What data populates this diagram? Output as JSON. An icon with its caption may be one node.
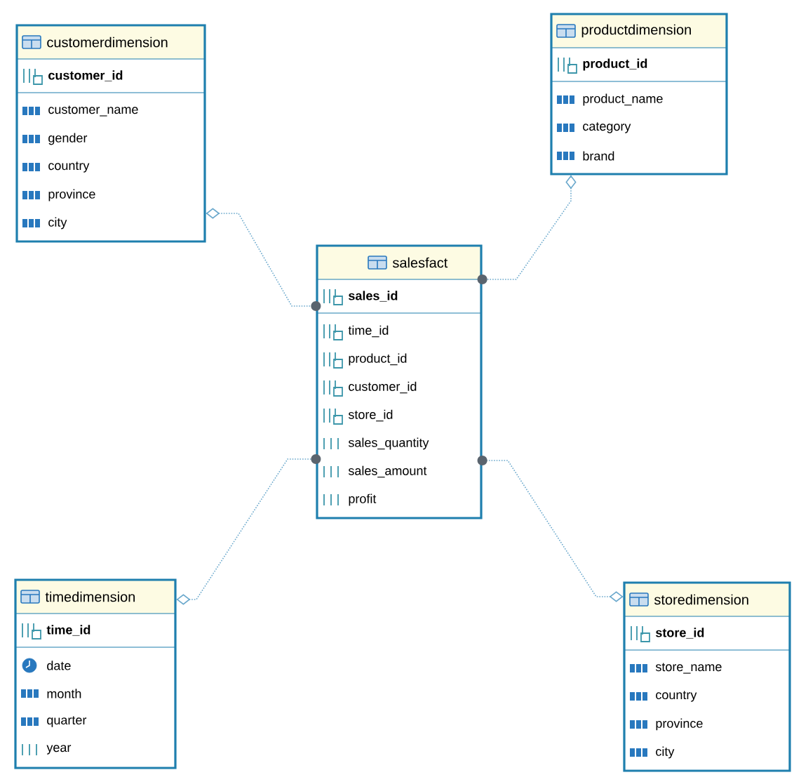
{
  "diagram": {
    "nodes": [
      {
        "text": [
          "customerdimension",
          "customer_id",
          "customer_name",
          "gender",
          "country",
          "province",
          "city"
        ]
      },
      {
        "text": [
          "productdimension",
          "product_id",
          "product_name",
          "category",
          "brand"
        ]
      },
      {
        "text": [
          "salesfact",
          "sales_id",
          "time_id",
          "product_id",
          "customer_id",
          "store_id",
          "sales_quantity",
          "sales_amount",
          "profit"
        ]
      },
      {
        "text": [
          "timedimension",
          "time_id",
          "date",
          "month",
          "quarter",
          "year"
        ]
      },
      {
        "text": [
          "storedimension",
          "store_id",
          "store_name",
          "country",
          "province",
          "city"
        ]
      }
    ],
    "edges": [
      {
        "from": 0,
        "to": 2,
        "arrow": "other",
        "style": "dashed"
      },
      {
        "from": 1,
        "to": 2,
        "arrow": "other",
        "style": "dashed"
      },
      {
        "from": 3,
        "to": 2,
        "arrow": "other",
        "style": "dashed"
      },
      {
        "from": 4,
        "to": 2,
        "arrow": "other",
        "style": "dashed"
      }
    ]
  }
}
